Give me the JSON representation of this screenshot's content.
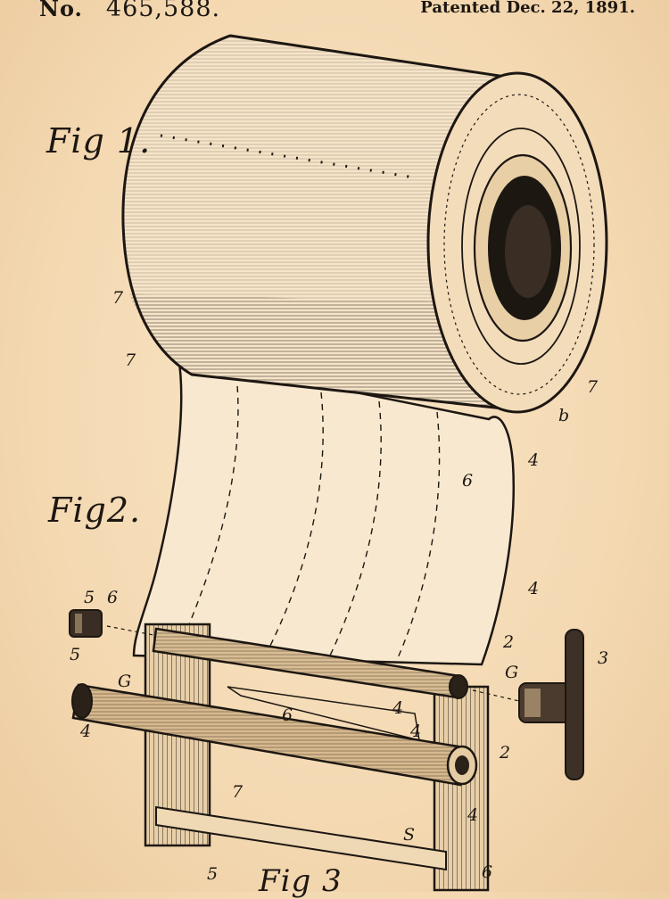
{
  "header": {
    "number_label": "No.",
    "number_value": "465,588.",
    "date": "Patented Dec. 22, 1891."
  },
  "figures": {
    "fig1": "Fig 1.",
    "fig2": "Fig2.",
    "fig3": "Fig 3"
  },
  "refs": {
    "roll_left": "7",
    "roll_bottom": "7",
    "core_7": "7",
    "core_b": "b",
    "sheet_6": "6",
    "sheet_4a": "4",
    "sheet_4b": "4",
    "sheet_2": "2",
    "cap_6": "6",
    "cap_5": "5",
    "cap_s": "5",
    "knob_3": "3",
    "knob_g": "G",
    "rod_g": "G",
    "rod_4": "4",
    "mid_6": "6",
    "mid_4": "4",
    "mid_4b": "4",
    "end_2": "2",
    "frame_7": "7",
    "frame_5": "5",
    "frame_s": "S",
    "frame_4": "4",
    "frame_6": "6"
  },
  "colors": {
    "paper": "#f4d9b2",
    "ink": "#1d1712"
  }
}
